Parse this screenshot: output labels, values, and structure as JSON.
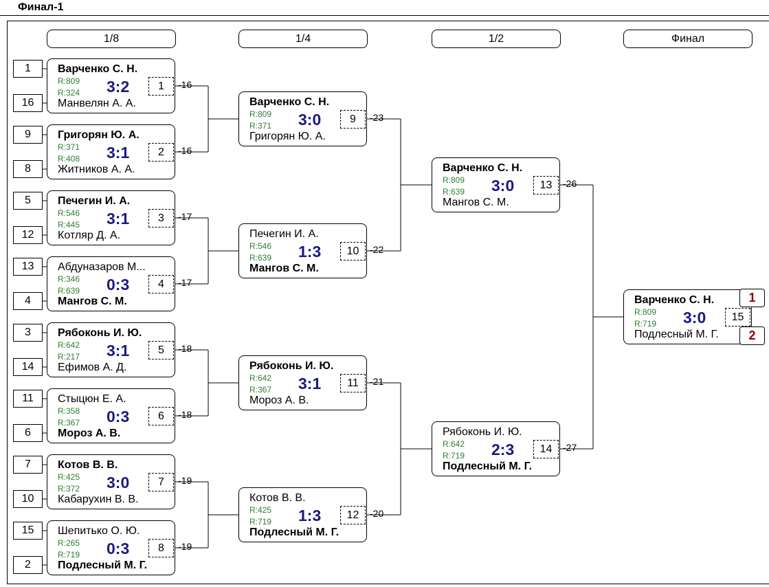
{
  "title": "Финал-1",
  "rounds": [
    "1/8",
    "1/4",
    "1/2",
    "Финал"
  ],
  "seeds": [
    "1",
    "16",
    "9",
    "8",
    "5",
    "12",
    "13",
    "4",
    "3",
    "14",
    "11",
    "6",
    "7",
    "10",
    "15",
    "2"
  ],
  "matches": [
    {
      "p1": "Варченко С. Н.",
      "p2": "Манвелян А. А.",
      "r1": "R:809",
      "r2": "R:324",
      "score": "3:2",
      "num": "1",
      "diff": "-16",
      "w": 1
    },
    {
      "p1": "Григорян Ю. А.",
      "p2": "Житников А. А.",
      "r1": "R:371",
      "r2": "R:408",
      "score": "3:1",
      "num": "2",
      "diff": "-16",
      "w": 1
    },
    {
      "p1": "Печегин И. А.",
      "p2": "Котляр Д. А.",
      "r1": "R:546",
      "r2": "R:445",
      "score": "3:1",
      "num": "3",
      "diff": "-17",
      "w": 1
    },
    {
      "p1": "Абдуназаров М...",
      "p2": "Мангов С. М.",
      "r1": "R:346",
      "r2": "R:639",
      "score": "0:3",
      "num": "4",
      "diff": "-17",
      "w": 2
    },
    {
      "p1": "Рябоконь И. Ю.",
      "p2": "Ефимов А. Д.",
      "r1": "R:642",
      "r2": "R:217",
      "score": "3:1",
      "num": "5",
      "diff": "-18",
      "w": 1
    },
    {
      "p1": "Стыцюн Е. А.",
      "p2": "Мороз А. В.",
      "r1": "R:358",
      "r2": "R:367",
      "score": "0:3",
      "num": "6",
      "diff": "-18",
      "w": 2
    },
    {
      "p1": "Котов В. В.",
      "p2": "Кабарухин В. В.",
      "r1": "R:425",
      "r2": "R:372",
      "score": "3:0",
      "num": "7",
      "diff": "-19",
      "w": 1
    },
    {
      "p1": "Шепитько О. Ю.",
      "p2": "Подлесный М. Г.",
      "r1": "R:265",
      "r2": "R:719",
      "score": "0:3",
      "num": "8",
      "diff": "-19",
      "w": 2
    },
    {
      "p1": "Варченко С. Н.",
      "p2": "Григорян Ю. А.",
      "r1": "R:809",
      "r2": "R:371",
      "score": "3:0",
      "num": "9",
      "diff": "-23",
      "w": 1
    },
    {
      "p1": "Печегин И. А.",
      "p2": "Мангов С. М.",
      "r1": "R:546",
      "r2": "R:639",
      "score": "1:3",
      "num": "10",
      "diff": "-22",
      "w": 2
    },
    {
      "p1": "Рябоконь И. Ю.",
      "p2": "Мороз А. В.",
      "r1": "R:642",
      "r2": "R:367",
      "score": "3:1",
      "num": "11",
      "diff": "-21",
      "w": 1
    },
    {
      "p1": "Котов В. В.",
      "p2": "Подлесный М. Г.",
      "r1": "R:425",
      "r2": "R:719",
      "score": "1:3",
      "num": "12",
      "diff": "-20",
      "w": 2
    },
    {
      "p1": "Варченко С. Н.",
      "p2": "Мангов С. М.",
      "r1": "R:809",
      "r2": "R:639",
      "score": "3:0",
      "num": "13",
      "diff": "-26",
      "w": 1
    },
    {
      "p1": "Рябоконь И. Ю.",
      "p2": "Подлесный М. Г.",
      "r1": "R:642",
      "r2": "R:719",
      "score": "2:3",
      "num": "14",
      "diff": "-27",
      "w": 2
    },
    {
      "p1": "Варченко С. Н.",
      "p2": "Подлесный М. Г.",
      "r1": "R:809",
      "r2": "R:719",
      "score": "3:0",
      "num": "15",
      "diff": "",
      "w": 1
    }
  ],
  "places": [
    "1",
    "2"
  ]
}
